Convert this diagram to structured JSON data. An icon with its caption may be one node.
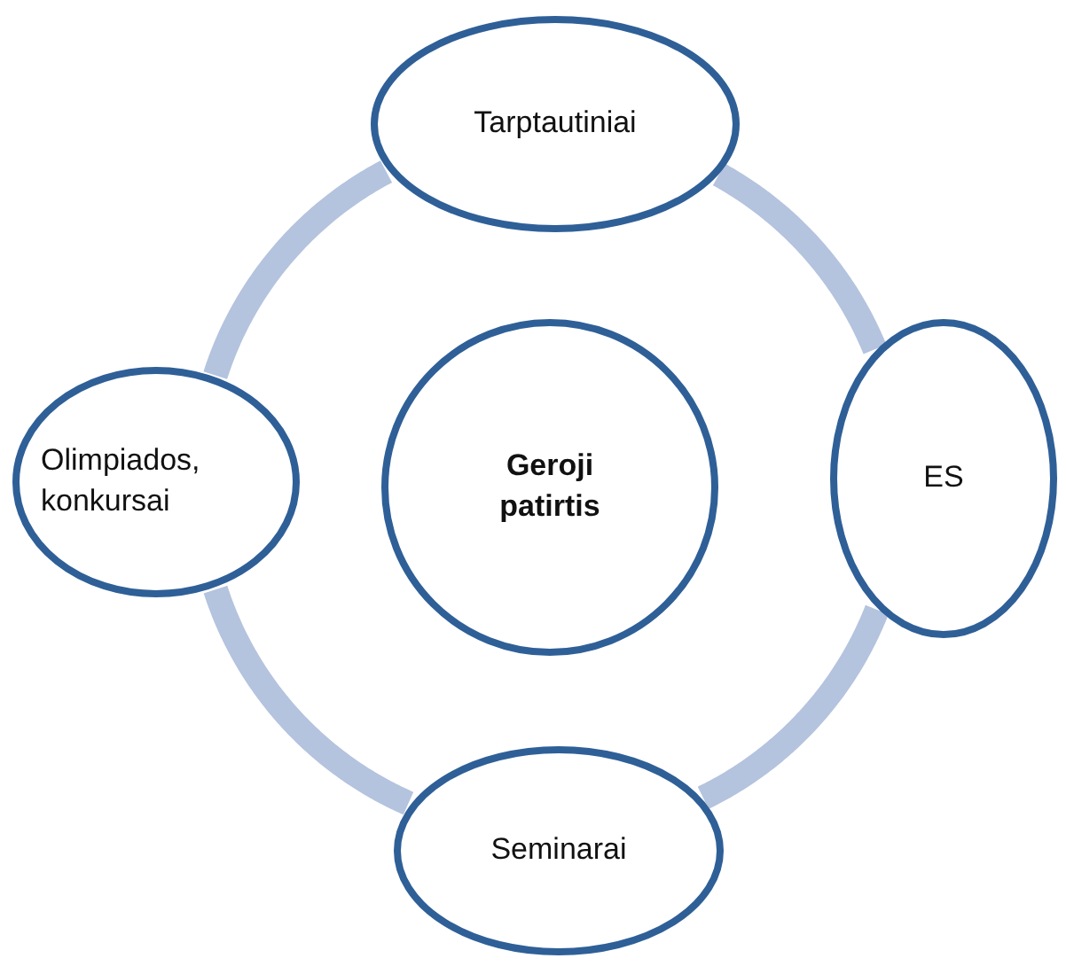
{
  "diagram": {
    "nodes": [
      {
        "text": [
          "Geroji patirtis"
        ]
      },
      {
        "text": [
          "Tarptautiniai"
        ]
      },
      {
        "text": [
          "ES"
        ]
      },
      {
        "text": [
          "Seminarai"
        ]
      },
      {
        "text": [
          "Olimpiados, konkursai"
        ]
      }
    ],
    "edges": [
      {
        "from": 1,
        "to": 2,
        "arrow": "none"
      },
      {
        "from": 2,
        "to": 3,
        "arrow": "none"
      },
      {
        "from": 3,
        "to": 4,
        "arrow": "none"
      },
      {
        "from": 4,
        "to": 1,
        "arrow": "none"
      }
    ]
  }
}
